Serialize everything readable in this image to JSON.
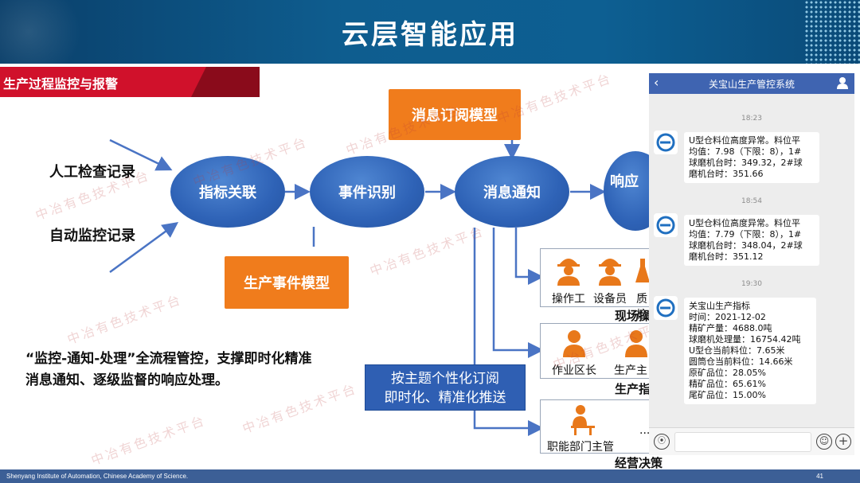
{
  "header": {
    "title": "云层智能应用"
  },
  "section": {
    "label": "生产过程监控与报警"
  },
  "models": {
    "subscription": "消息订阅模型",
    "event": "生产事件模型"
  },
  "inputs": {
    "manual": "人工检查记录",
    "auto": "自动监控记录"
  },
  "flow": {
    "nodes": [
      "指标关联",
      "事件识别",
      "消息通知",
      "响应"
    ]
  },
  "panels": [
    {
      "roles": [
        "操作工",
        "设备员",
        "质检"
      ],
      "footer": "现场操"
    },
    {
      "roles": [
        "作业区长",
        "生产主"
      ],
      "footer": "生产指"
    },
    {
      "roles": [
        "职能部门主管",
        "..."
      ],
      "footer": "经营决策"
    }
  ],
  "push_box": {
    "line1": "按主题个性化订阅",
    "line2": "即时化、精准化推送"
  },
  "description": "“监控-通知-处理”全流程管控，支撑即时化精准消息通知、逐级监督的响应处理。",
  "phone": {
    "title": "关宝山生产管控系统",
    "messages": [
      {
        "time": "18:23",
        "lines": [
          "U型仓料位高度异常。料位平",
          "均值：7.98（下限：8），1#",
          "球磨机台时：349.32，2#球",
          "磨机台时：351.66"
        ]
      },
      {
        "time": "18:54",
        "lines": [
          "U型仓料位高度异常。料位平",
          "均值：7.79（下限：8），1#",
          "球磨机台时：348.04，2#球",
          "磨机台时：351.12"
        ]
      },
      {
        "time": "19:30",
        "lines": [
          "关宝山生产指标",
          "时间：2021-12-02",
          "精矿产量：4688.0吨",
          "球磨机处理量：16754.42吨",
          "U型仓当前料位：7.65米",
          "圆筒仓当前料位：14.66米",
          "原矿品位：28.05%",
          "精矿品位：65.61%",
          "尾矿品位：15.00%"
        ]
      }
    ]
  },
  "watermark": "中冶有色技术平台",
  "footer": {
    "institution": "Shenyang Institute of Automation, Chinese Academy of Science.",
    "page": "41"
  },
  "colors": {
    "header": "#0e5d8f",
    "accent_red": "#d0112b",
    "orange": "#f07c1c",
    "node_blue": "#2e62b6",
    "footer": "#3c5f96"
  }
}
